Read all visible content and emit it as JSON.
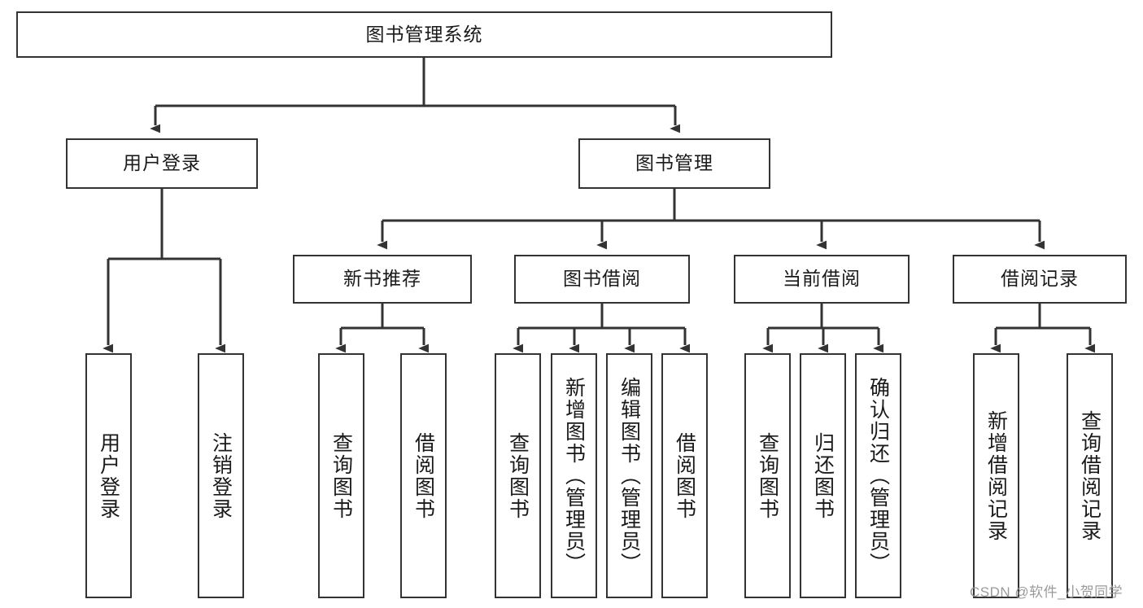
{
  "diagram": {
    "title_node": {
      "label": "图书管理系统"
    },
    "level1": [
      {
        "id": "user-login",
        "label": "用户登录"
      },
      {
        "id": "book-management",
        "label": "图书管理"
      }
    ],
    "level2": [
      {
        "id": "new-book-recommend",
        "label": "新书推荐"
      },
      {
        "id": "book-borrow",
        "label": "图书借阅"
      },
      {
        "id": "current-borrow",
        "label": "当前借阅"
      },
      {
        "id": "borrow-record",
        "label": "借阅记录"
      }
    ],
    "leaves": {
      "user_login": [
        {
          "id": "leaf-user-login",
          "label": "用户登录"
        },
        {
          "id": "leaf-user-logout",
          "label": "注销登录"
        }
      ],
      "new_book_recommend": [
        {
          "id": "leaf-query-book-1",
          "label": "查询图书"
        },
        {
          "id": "leaf-borrow-book-1",
          "label": "借阅图书"
        }
      ],
      "book_borrow": [
        {
          "id": "leaf-query-book-2",
          "label": "查询图书"
        },
        {
          "id": "leaf-add-book",
          "label": "新增图书（管理员）"
        },
        {
          "id": "leaf-edit-book",
          "label": "编辑图书（管理员）"
        },
        {
          "id": "leaf-borrow-book-2",
          "label": "借阅图书"
        }
      ],
      "current_borrow": [
        {
          "id": "leaf-query-book-3",
          "label": "查询图书"
        },
        {
          "id": "leaf-return-book",
          "label": "归还图书"
        },
        {
          "id": "leaf-confirm-return",
          "label": "确认归还（管理员）"
        }
      ],
      "borrow_record": [
        {
          "id": "leaf-add-record",
          "label": "新增借阅记录"
        },
        {
          "id": "leaf-query-record",
          "label": "查询借阅记录"
        }
      ]
    }
  },
  "watermark": {
    "text": "CSDN @软件_小贺同学"
  },
  "colors": {
    "stroke": "#333333",
    "background": "#ffffff",
    "text": "#1a1a1a",
    "watermark": "#9a9a9a"
  }
}
